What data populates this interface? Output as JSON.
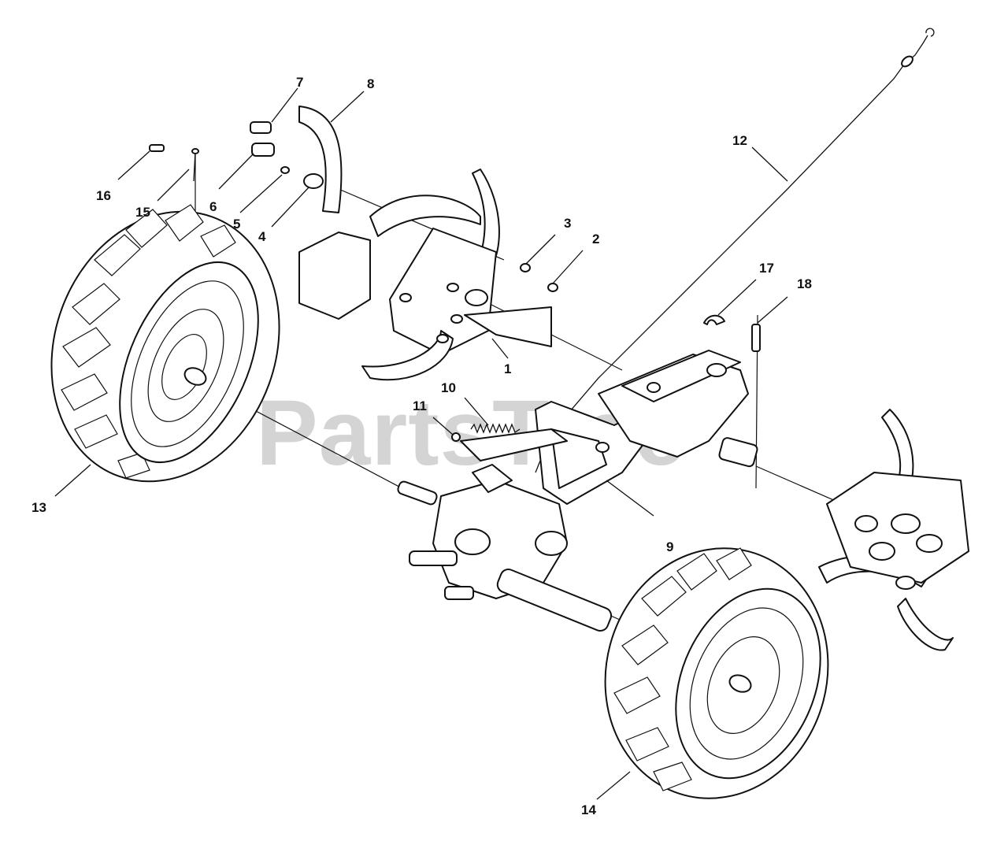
{
  "watermark": "PartsTree",
  "callouts": [
    {
      "id": "1",
      "text": "1"
    },
    {
      "id": "2",
      "text": "2"
    },
    {
      "id": "3",
      "text": "3"
    },
    {
      "id": "4",
      "text": "4"
    },
    {
      "id": "5",
      "text": "5"
    },
    {
      "id": "6",
      "text": "6"
    },
    {
      "id": "7",
      "text": "7"
    },
    {
      "id": "8",
      "text": "8"
    },
    {
      "id": "9",
      "text": "9"
    },
    {
      "id": "10",
      "text": "10"
    },
    {
      "id": "11",
      "text": "11"
    },
    {
      "id": "12",
      "text": "12"
    },
    {
      "id": "13",
      "text": "13"
    },
    {
      "id": "14",
      "text": "14"
    },
    {
      "id": "15",
      "text": "15"
    },
    {
      "id": "16",
      "text": "16"
    },
    {
      "id": "17",
      "text": "17"
    },
    {
      "id": "18",
      "text": "18"
    }
  ]
}
